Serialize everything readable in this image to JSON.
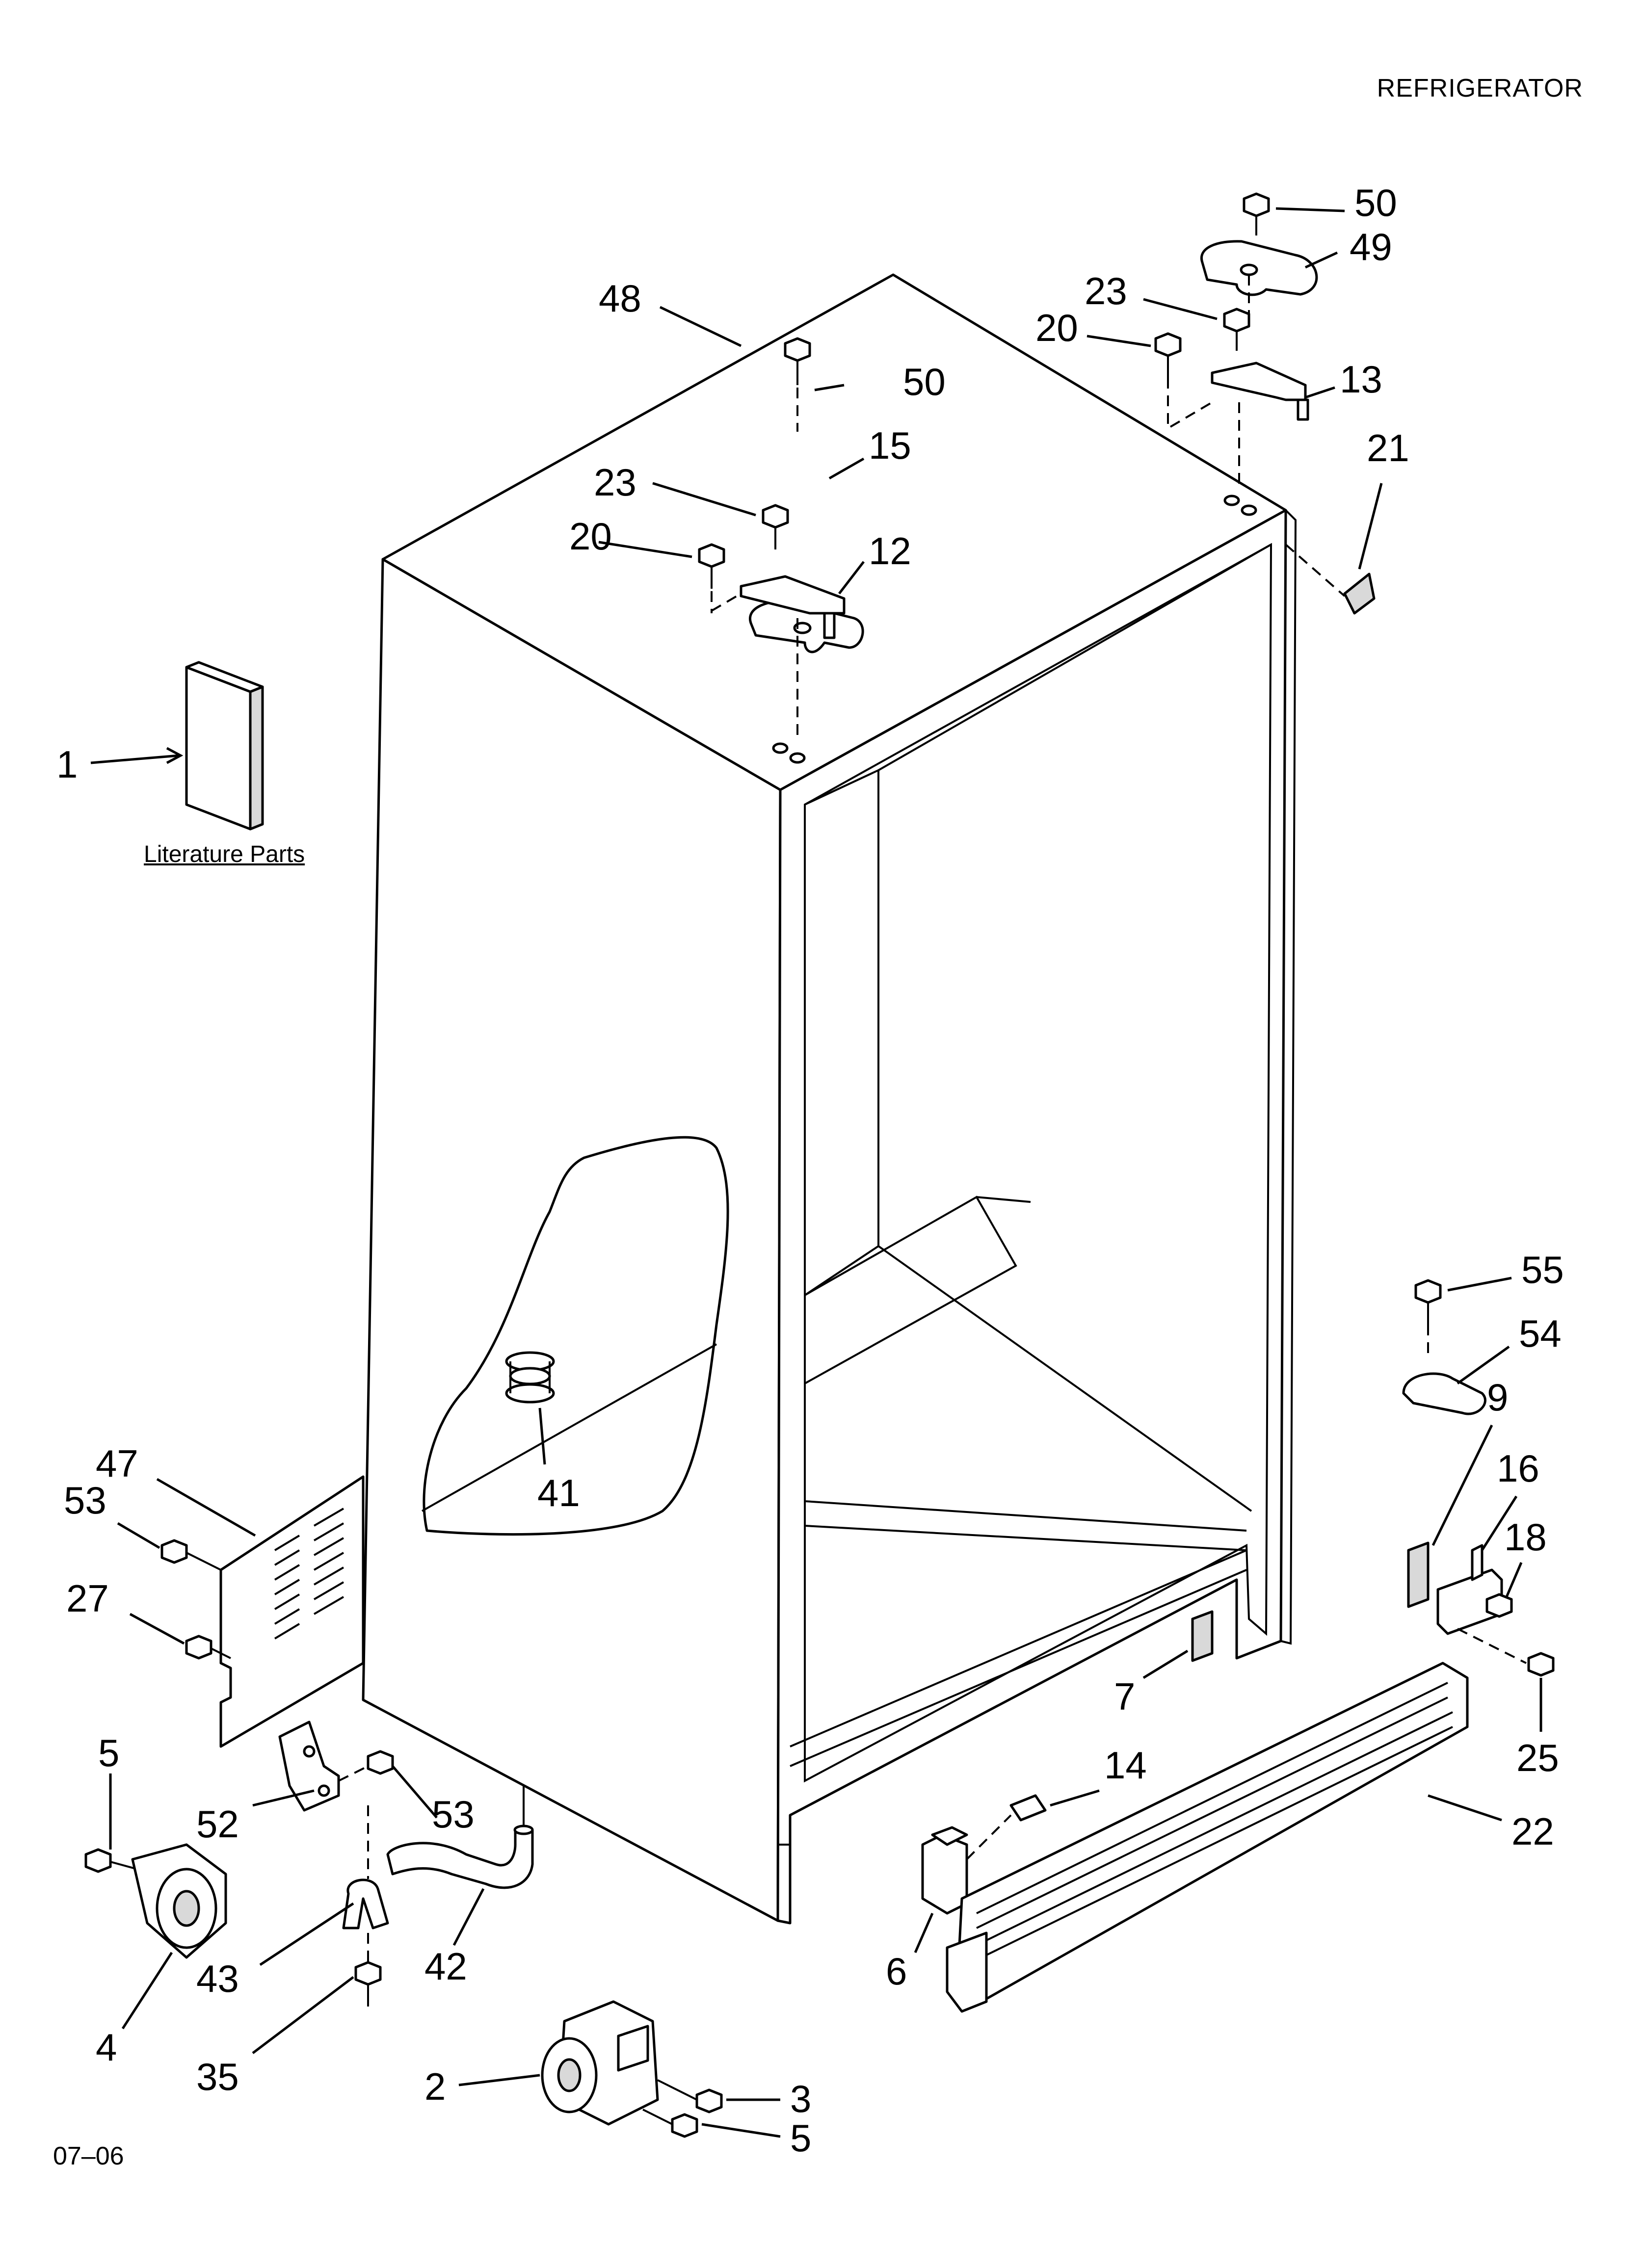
{
  "header": {
    "title": "REFRIGERATOR"
  },
  "footer": {
    "code": "07–06"
  },
  "literature": {
    "caption": "Literature Parts"
  },
  "callouts": [
    {
      "id": "c1",
      "label": "1"
    },
    {
      "id": "c2",
      "label": "2"
    },
    {
      "id": "c3",
      "label": "3"
    },
    {
      "id": "c4",
      "label": "4"
    },
    {
      "id": "c5a",
      "label": "5"
    },
    {
      "id": "c5b",
      "label": "5"
    },
    {
      "id": "c6",
      "label": "6"
    },
    {
      "id": "c7",
      "label": "7"
    },
    {
      "id": "c9",
      "label": "9"
    },
    {
      "id": "c12",
      "label": "12"
    },
    {
      "id": "c13",
      "label": "13"
    },
    {
      "id": "c14",
      "label": "14"
    },
    {
      "id": "c15",
      "label": "15"
    },
    {
      "id": "c16",
      "label": "16"
    },
    {
      "id": "c18",
      "label": "18"
    },
    {
      "id": "c20a",
      "label": "20"
    },
    {
      "id": "c20b",
      "label": "20"
    },
    {
      "id": "c21",
      "label": "21"
    },
    {
      "id": "c22",
      "label": "22"
    },
    {
      "id": "c23a",
      "label": "23"
    },
    {
      "id": "c23b",
      "label": "23"
    },
    {
      "id": "c25",
      "label": "25"
    },
    {
      "id": "c27",
      "label": "27"
    },
    {
      "id": "c35",
      "label": "35"
    },
    {
      "id": "c41",
      "label": "41"
    },
    {
      "id": "c42",
      "label": "42"
    },
    {
      "id": "c43",
      "label": "43"
    },
    {
      "id": "c47",
      "label": "47"
    },
    {
      "id": "c48",
      "label": "48"
    },
    {
      "id": "c49",
      "label": "49"
    },
    {
      "id": "c50a",
      "label": "50"
    },
    {
      "id": "c50b",
      "label": "50"
    },
    {
      "id": "c52",
      "label": "52"
    },
    {
      "id": "c53a",
      "label": "53"
    },
    {
      "id": "c53b",
      "label": "53"
    },
    {
      "id": "c54",
      "label": "54"
    },
    {
      "id": "c55",
      "label": "55"
    }
  ]
}
